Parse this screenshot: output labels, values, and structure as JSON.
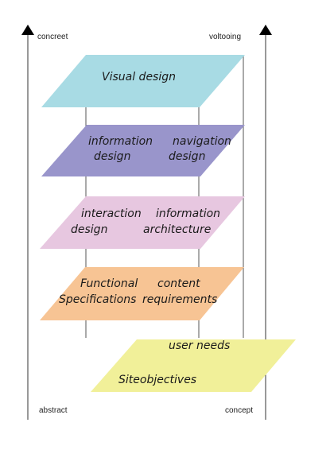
{
  "axes": {
    "left_top_label": "concreet",
    "left_bottom_label": "abstract",
    "right_top_label": "voltooing",
    "right_bottom_label": "concept"
  },
  "planes": [
    {
      "id": "visual",
      "color": "#a8dbe4",
      "labels": {
        "main": "Visual design"
      }
    },
    {
      "id": "nav",
      "color": "#9995cb",
      "labels": {
        "left_line1": "information",
        "left_line2": "design",
        "right_line1": "navigation",
        "right_line2": "design"
      }
    },
    {
      "id": "interaction",
      "color": "#e7c7e0",
      "labels": {
        "left_line1": "interaction",
        "left_line2": "design",
        "right_line1": "information",
        "right_line2": "architecture"
      }
    },
    {
      "id": "functional",
      "color": "#f7c494",
      "labels": {
        "left_line1": "Functional",
        "left_line2": "Specifications",
        "right_line1": "content",
        "right_line2": "requirements"
      }
    },
    {
      "id": "strategy",
      "color": "#f1f099",
      "labels": {
        "top": "user needs",
        "bottom": "Siteobjectives"
      }
    }
  ]
}
